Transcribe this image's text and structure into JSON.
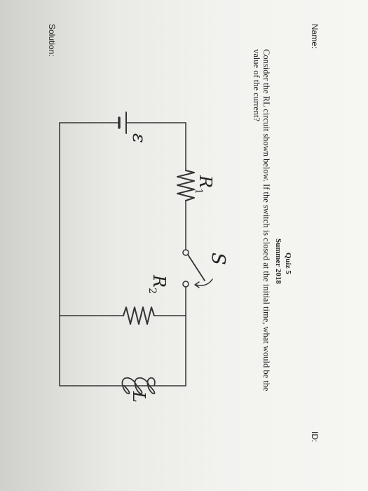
{
  "header": {
    "name_label": "Name:",
    "id_label": "ID:"
  },
  "quiz": {
    "title": "Quiz 5",
    "term": "Summer 2018"
  },
  "question": {
    "line1": "Consider the RL circuit shown below. If the switch is closed at the initial time, what would be the",
    "line2": "value of the current?"
  },
  "circuit": {
    "emf": "ε",
    "r1": "R",
    "r1_sub": "1",
    "switch": "S",
    "r2": "R",
    "r2_sub": "2",
    "inductor": "L"
  },
  "footer": {
    "solution_label": "Solution:"
  }
}
